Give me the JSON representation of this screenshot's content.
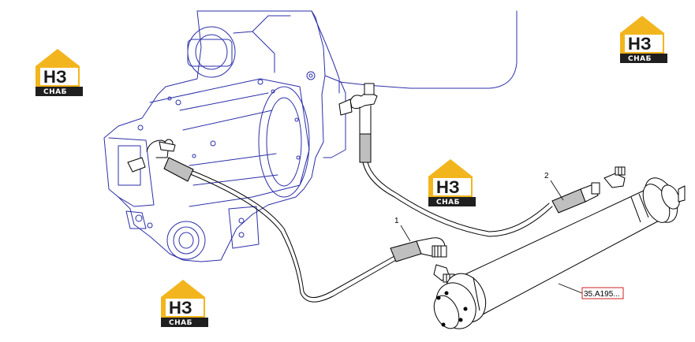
{
  "callouts": {
    "hose_1": "1",
    "hose_2": "2"
  },
  "reference_link": {
    "label": "35.A195..."
  },
  "watermark": {
    "top": "НЗ",
    "bottom": "СНАБ"
  },
  "colors": {
    "machine_line": "#2b2fa8",
    "hose_line": "#000000",
    "hose_fill": "#bfbfbf",
    "logo_yellow": "#f2b51d",
    "logo_dark": "#1f1f1f",
    "reference_border": "#d02020"
  }
}
